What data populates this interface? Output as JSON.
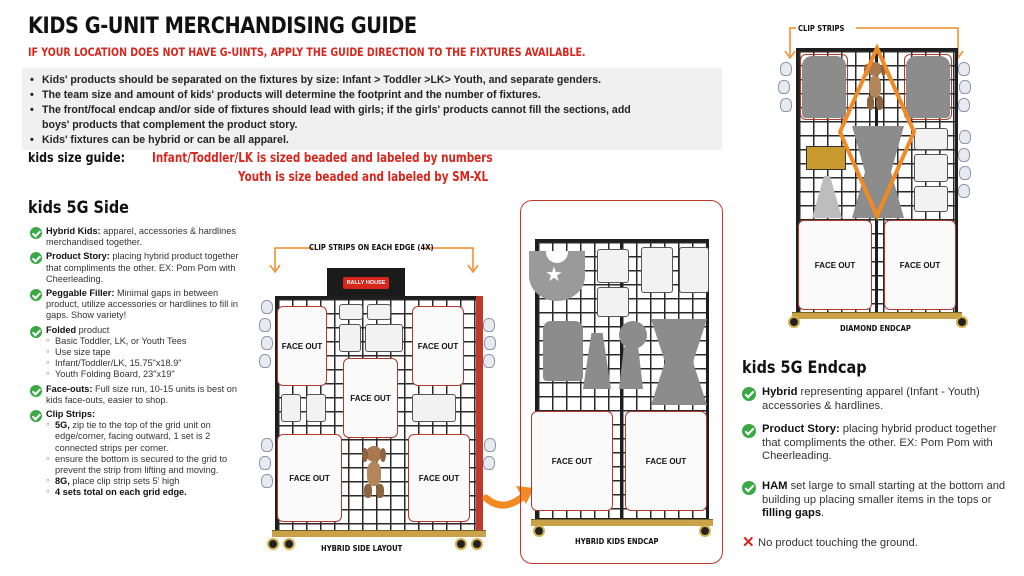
{
  "header": {
    "title": "KIDS G-UNIT MERCHANDISING GUIDE",
    "subtitle": "IF YOUR LOCATION DOES NOT HAVE G-UINTS, APPLY THE GUIDE DIRECTION TO THE FIXTURES AVAILABLE.",
    "bullets": [
      "Kids' products should be separated on the fixtures by size: Infant > Toddler >LK> Youth, and separate genders.",
      "The team size and amount of kids' products will determine the footprint and the number of fixtures.",
      "The front/focal endcap and/or side of fixtures should lead with girls; if the girls' products cannot fill the sections, add",
      "boys' products that complement the product story.",
      "Kids' fixtures can be hybrid or can be all apparel."
    ]
  },
  "size_guide": {
    "label": "kids size guide:",
    "line1": "Infant/Toddler/LK is sized beaded and labeled by numbers",
    "line2": "Youth is size beaded and labeled by SM-XL"
  },
  "side_section": {
    "title": "kids 5G Side",
    "items": [
      {
        "bold": "Hybrid Kids:",
        "text": " apparel, accessories & hardlines merchandised together."
      },
      {
        "bold": "Product Story:",
        "text": " placing hybrid product together that compliments the other. EX: Pom Pom with Cheerleading."
      },
      {
        "bold": "Peggable Filler:",
        "text": " Minimal gaps in between product, utilize accessories or hardlines to fill in gaps. Show variety!"
      },
      {
        "bold": "Folded",
        "text": " product"
      },
      {
        "bold": "Face-outs:",
        "text": " Full size run, 10-15 units is best on kids face-outs, easier to shop."
      },
      {
        "bold": "Clip Strips:",
        "text": ""
      }
    ],
    "folded_subs": [
      "Basic Toddler, LK, or Youth Tees",
      "Use size tape",
      "Infant/Toddler/LK, 15.75\"x18.9\"",
      "Youth Folding Board, 23\"x19\""
    ],
    "clip_subs": [
      {
        "bold": "5G,",
        "text": " zip tie to the top of the grid unit on edge/corner, facing outward, 1 set is 2 connected strips per corner."
      },
      {
        "bold": "",
        "text": "ensure the bottom is secured to the grid to prevent the strip from lifting and moving."
      },
      {
        "bold": "8G,",
        "text": " place clip strip sets 5' high"
      },
      {
        "bold": "4 sets total on each grid edge.",
        "text": ""
      }
    ]
  },
  "endcap_section": {
    "title": "kids 5G Endcap",
    "items": [
      {
        "bold": "Hybrid",
        "text": " representing apparel (Infant - Youth) accessories & hardlines."
      },
      {
        "bold": "Product Story:",
        "text": " placing hybrid product together that compliments the other. EX: Pom Pom with Cheerleading."
      },
      {
        "bold": "HAM",
        "text": " set large to small starting at the bottom and building up placing smaller items in the tops or "
      },
      {
        "bold": "",
        "text": "No product touching the ground."
      }
    ],
    "ham_tail": "filling gaps",
    "ham_end": "."
  },
  "diagrams": {
    "side_callout": "CLIP STRIPS ON EACH EDGE (4X)",
    "side_caption": "HYBRID SIDE LAYOUT",
    "sign_text": "RALLY HOUSE",
    "endcap_caption": "HYBRID KIDS ENDCAP",
    "diamond_callout": "CLIP STRIPS",
    "diamond_caption": "DIAMOND ENDCAP",
    "faceout": "FACE OUT"
  },
  "colors": {
    "accent_red": "#d9261c",
    "check_green": "#39a845",
    "arrow_orange": "#f08a24",
    "wood": "#caa24a"
  }
}
